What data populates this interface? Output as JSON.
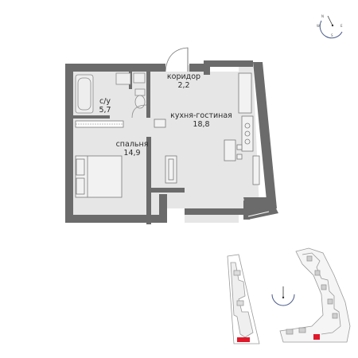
{
  "rooms": [
    {
      "name": "коридор",
      "area": "2,2"
    },
    {
      "name": "с/у",
      "area": "5,7"
    },
    {
      "name": "кухня-гостиная",
      "area": "18,8"
    },
    {
      "name": "спальня",
      "area": "14,9"
    }
  ],
  "compass": {
    "north": "N",
    "east": "E",
    "south": "S",
    "west": "W"
  },
  "colors": {
    "wall": "#6b6b6b",
    "floor": "#e6e6e6",
    "highlight": "#e0192a",
    "site_outline": "#9a9a9a"
  }
}
